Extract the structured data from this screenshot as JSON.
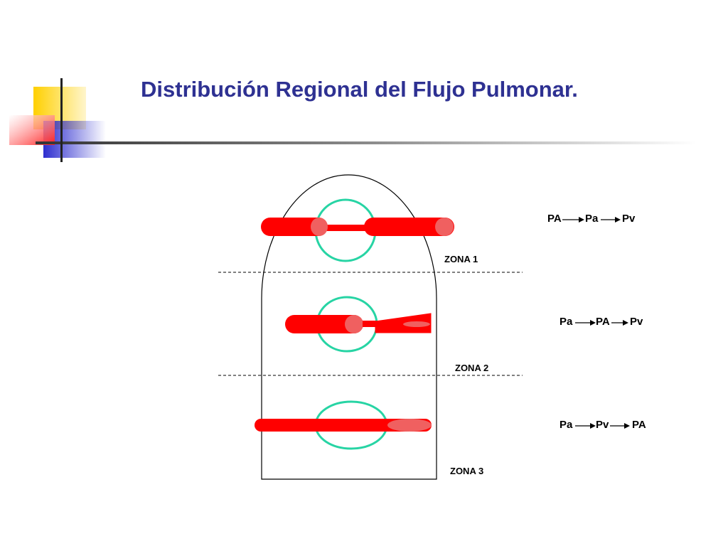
{
  "title": "Distribución Regional del Flujo Pulmonar.",
  "colors": {
    "title": "#2e3192",
    "vessel": "#ff0000",
    "vessel_end": "#f06060",
    "alveolus": "#27d4a4",
    "deco_yellow": "#ffd000",
    "deco_blue": "#2e2ecf",
    "deco_red": "#ff3030"
  },
  "zones": [
    {
      "label": "ZONA 1",
      "relation": [
        "PA",
        "Pa",
        "Pv"
      ]
    },
    {
      "label": "ZONA 2",
      "relation": [
        "Pa",
        "PA",
        "Pv"
      ]
    },
    {
      "label": "ZONA 3",
      "relation": [
        "Pa",
        "Pv",
        "PA"
      ]
    }
  ]
}
